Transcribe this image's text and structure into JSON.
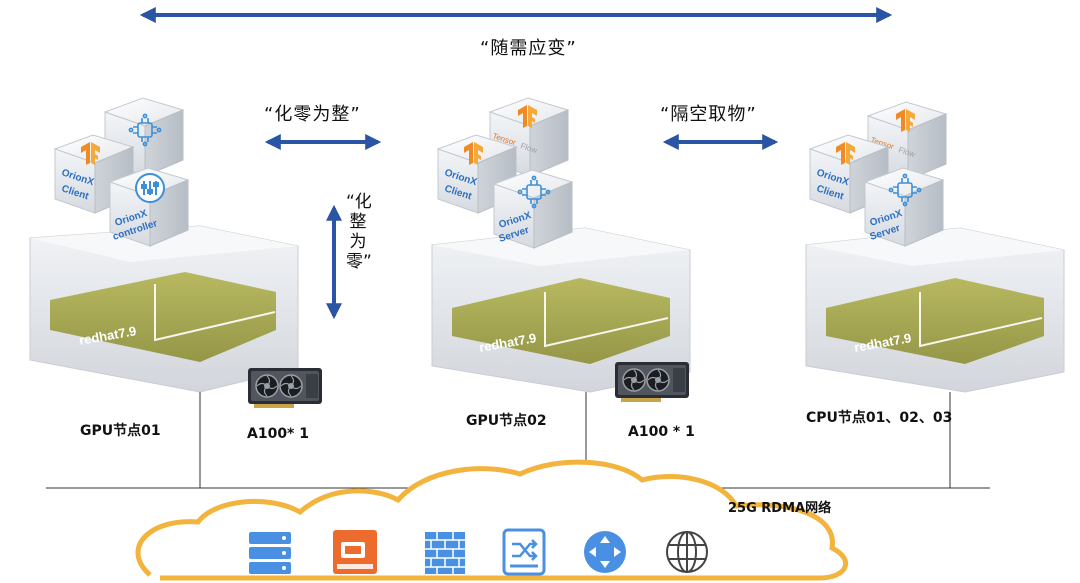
{
  "phrases": {
    "top": "“随需应变”",
    "left": "“化零为整”",
    "right": "“隔空取物”",
    "vertical": "“化整为零”"
  },
  "nodes": [
    {
      "label": "GPU节点01",
      "os": "redhat7.9",
      "gpu": "A100* 1",
      "cubes": [
        "OrionX Client",
        "OrionX controller"
      ],
      "logos": [
        "TensorFlow"
      ]
    },
    {
      "label": "GPU节点02",
      "os": "redhat7.9",
      "gpu": "A100 * 1",
      "cubes": [
        "OrionX Client",
        "OrionX Server"
      ],
      "logos": [
        "TensorFlow"
      ]
    },
    {
      "label": "CPU节点01、02、03",
      "os": "redhat7.9",
      "cubes": [
        "OrionX Client",
        "OrionX Server"
      ],
      "logos": [
        "TensorFlow"
      ]
    }
  ],
  "network": {
    "label": "25G RDMA网络"
  },
  "cloud_icons": [
    "server-stack-icon",
    "storage-drive-icon",
    "firewall-icon",
    "switch-icon",
    "router-icon",
    "internet-globe-icon"
  ],
  "colors": {
    "arrow": "#2a55a5",
    "tray": "#a5a64c",
    "cloud": "#f2b43c",
    "accent": "#4a90e2",
    "orange": "#ec6b2d"
  }
}
